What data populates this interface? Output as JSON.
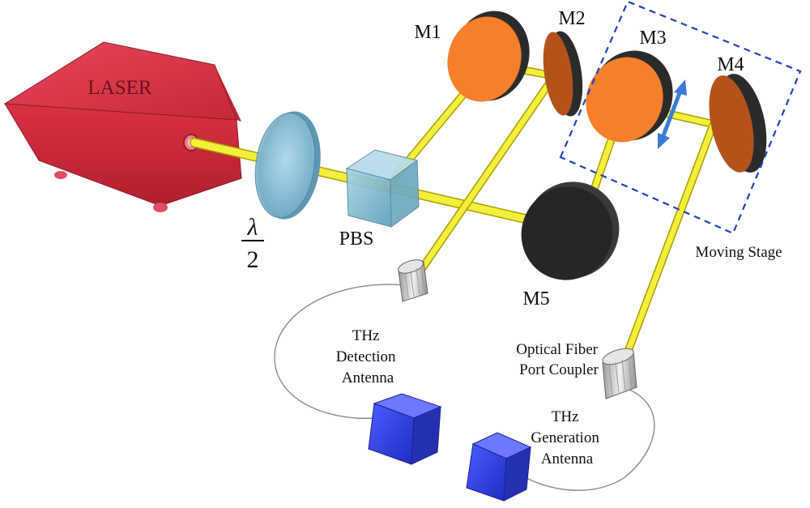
{
  "labels": {
    "laser": "LASER",
    "lambda_numerator": "λ",
    "lambda_denominator": "2",
    "pbs": "PBS",
    "m1": "M1",
    "m2": "M2",
    "m3": "M3",
    "m4": "M4",
    "m5": "M5",
    "moving_stage": "Moving Stage",
    "detection_antenna": [
      "THz",
      "Detection",
      "Antenna"
    ],
    "fiber_coupler": [
      "Optical Fiber",
      "Port Coupler"
    ],
    "generation_antenna": [
      "THz",
      "Generation",
      "Antenna"
    ]
  },
  "colors": {
    "laser_body": "#d8303f",
    "laser_dark": "#a81f2d",
    "beam": "#f5ee3a",
    "beam_edge": "#a89f00",
    "mirror_face": "#f57f2a",
    "mirror_back": "#2b2b2b",
    "mirror_face_dark": "#b5521c",
    "m5_face": "#262626",
    "optic_blue": "#8ec6e0",
    "pbs_cube": "#7fb8cf",
    "antenna_blue": "#2f3fe0",
    "stage_dash": "#2241c0",
    "arrow": "#3a7bd5",
    "cable": "#8a8a8a",
    "coupler": "#d9d9d9"
  }
}
